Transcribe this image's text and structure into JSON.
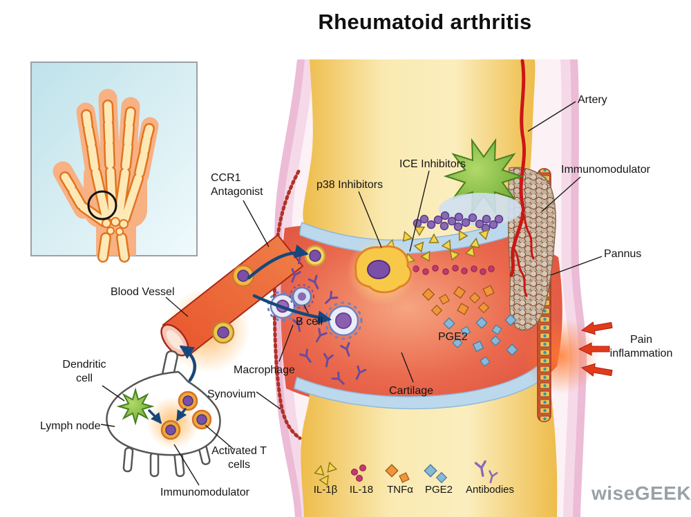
{
  "title": "Rheumatoid arthritis",
  "watermark": "wiseGEEK",
  "labels": {
    "artery": "Artery",
    "immunomodulator_top": "Immunomodulator",
    "pannus": "Pannus",
    "pain_inflammation": "Pain\ninflammation",
    "ccr1_antagonist": "CCR1\nAntagonist",
    "p38_inhibitors": "p38 Inhibitors",
    "ice_inhibitors": "ICE Inhibitors",
    "blood_vessel": "Blood Vessel",
    "b_cell": "B cell",
    "macrophage": "Macrophage",
    "synovium": "Synovium",
    "cartilage": "Cartilage",
    "pge2": "PGE2",
    "dendritic_cell": "Dendritic\ncell",
    "lymph_node": "Lymph node",
    "activated_t_cells": "Activated T\ncells",
    "immunomodulator_bottom": "Immunomodulator"
  },
  "legend": {
    "items": [
      {
        "label": "IL-1β",
        "icon": "triangle-icon",
        "color": "#f7d34a"
      },
      {
        "label": "IL-18",
        "icon": "dot-icon",
        "color": "#c23a6a"
      },
      {
        "label": "TNFα",
        "icon": "diamond-orange-icon",
        "color": "#f2953a"
      },
      {
        "label": "PGE2",
        "icon": "diamond-blue-icon",
        "color": "#88b9d9"
      },
      {
        "label": "Antibodies",
        "icon": "antibody-icon",
        "color": "#6a4aa0"
      }
    ]
  },
  "colors": {
    "bone_yellow": "#eebc4a",
    "cartilage_blue": "#bcd8ec",
    "cavity_red": "#dd4f3c",
    "capsule_pink": "#ecbbd6",
    "artery_red": "#cc1616",
    "dendritic_green": "#7ab33a",
    "nucleus_purple": "#7b4fa8",
    "arrow_blue": "#16477c"
  }
}
